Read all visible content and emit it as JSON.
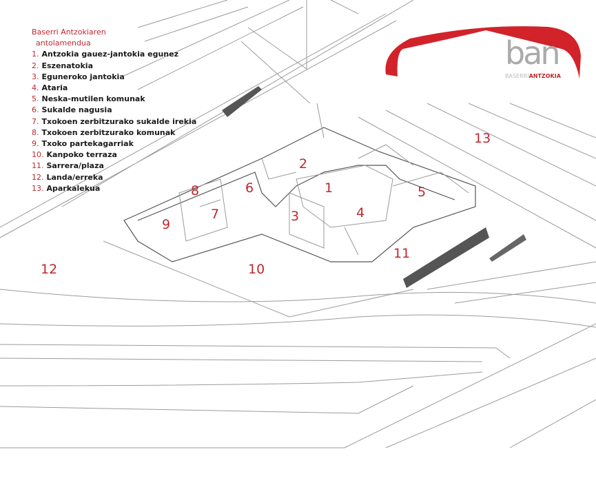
{
  "legend": {
    "title_line1": "Baserri Antzokiaren",
    "title_line2": "antolamendua",
    "items": [
      {
        "num": "1.",
        "label": "Antzokia gauez-jantokia egunez"
      },
      {
        "num": "2.",
        "label": "Eszenatokia"
      },
      {
        "num": "3.",
        "label": "Eguneroko jantokia"
      },
      {
        "num": "4.",
        "label": "Ataria"
      },
      {
        "num": "5.",
        "label": "Neska-mutilen komunak"
      },
      {
        "num": "6.",
        "label": "Sukalde nagusia"
      },
      {
        "num": "7.",
        "label": "Txokoen zerbitzurako sukalde irekia"
      },
      {
        "num": "8.",
        "label": "Txokoen zerbitzurako komunak"
      },
      {
        "num": "9.",
        "label": "Txoko partekagarriak"
      },
      {
        "num": "10.",
        "label": "Kanpoko terraza"
      },
      {
        "num": "11.",
        "label": "Sarrera/plaza"
      },
      {
        "num": "12.",
        "label": "Landa/erreka"
      },
      {
        "num": "13.",
        "label": "Aparkalekua"
      }
    ]
  },
  "logo": {
    "mark": "ban",
    "sub_grey": "BASERRI",
    "sub_red": "ANTZOKIA"
  },
  "plan_labels": [
    "1",
    "2",
    "3",
    "4",
    "5",
    "6",
    "7",
    "8",
    "9",
    "10",
    "11",
    "12",
    "13"
  ],
  "colors": {
    "accent": "#c0272d",
    "line": "#9a9a9a"
  }
}
